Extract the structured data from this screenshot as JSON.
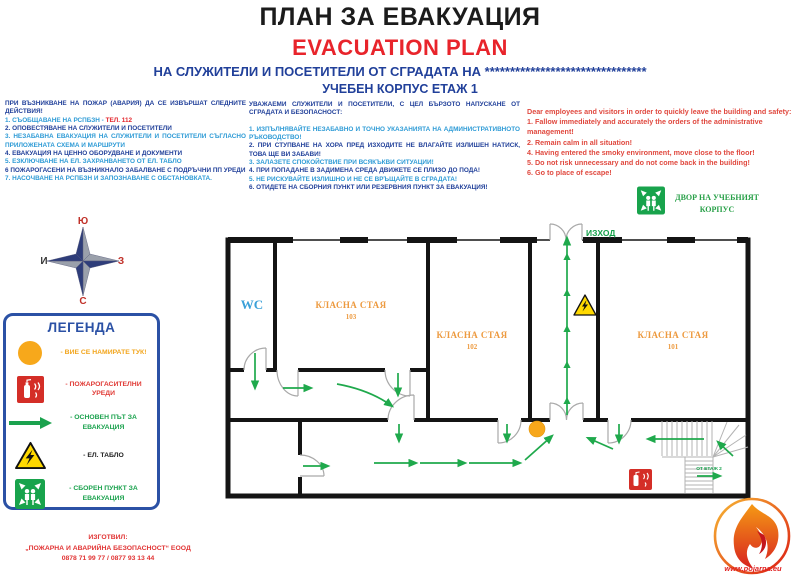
{
  "colors": {
    "navy": "#21409a",
    "light_blue": "#2e9bd6",
    "red": "#e3242b",
    "green": "#16a24b",
    "orange_marker": "#f7a81b",
    "room_label_orange": "#ed9a3f"
  },
  "header": {
    "title_bg": "ПЛАН ЗА ЕВАКУАЦИЯ",
    "title_en": "EVACUATION PLAN",
    "subtitle_for": "НА СЛУЖИТЕЛИ И ПОСЕТИТЕЛИ ОТ СГРАДАТА НА ********************************",
    "subtitle_floor": "УЧЕБЕН КОРПУС  ЕТАЖ 1"
  },
  "left_column": {
    "heading": "ПРИ ВЪЗНИКВАНЕ НА ПОЖАР (АВАРИЯ) ДА СЕ ИЗВЪРШАТ СЛЕДНИТЕ ДЕЙСТВИЯ!",
    "item1_text": "1. СЪОБЩАВАНЕ  НА РСПБЗН - ",
    "item1_phone": "ТЕЛ. 112",
    "items": [
      "2. ОПОВЕСТЯВАНЕ НА СЛУЖИТЕЛИ И ПОСЕТИТЕЛИ",
      "3. НЕЗАБАВНА ЕВАКУАЦИЯ НА СЛУЖИТЕЛИ И ПОСЕТИТЕЛИ СЪГЛАСНО ПРИЛОЖЕНАТА СХЕМА И МАРШРУТИ",
      "4. ЕВАКУАЦИЯ НА ЦЕННО ОБОРУДВАНЕ И ДОКУМЕНТИ",
      "5. ЕЗКЛЮЧВАНЕ НА ЕЛ. ЗАХРАНВАНЕТО ОТ ЕЛ. ТАБЛО",
      "6 ПОЖАРОГАСЕНИ НА ВЪЗНИКНАЛО ЗАБАЛВАНЕ С ПОДРЪЧНИ ПП УРЕДИ",
      "7. НАСОЧВАНЕ НА РСПБЗН И ЗАПОЗНАВАНЕ С ОБСТАНОВКАТА."
    ]
  },
  "middle_column": {
    "heading": "УВАЖАЕМИ СЛУЖИТЕЛИ И ПОСЕТИТЕЛИ, С ЦЕЛ БЪРЗОТО НАПУСКАНЕ ОТ СГРАДАТА И БЕЗОПАСНОСТ:",
    "items": [
      "1.  ИЗПЪЛНЯВАЙТЕ  НЕЗАБАВНО  И  ТОЧНО  УКАЗАНИЯТА  НА АДМИНИСТРАТИВНОТО РЪКОВОДСТВО!",
      "2. ПРИ СТУПВАНЕ НА ХОРА ПРЕД ИЗХОДИТЕ НЕ ВЛАГАЙТЕ ИЗЛИШЕН НАТИСК, ТОВА ЩЕ ВИ ЗАБАВИ!",
      "3. ЗАЛАЗЕТЕ СПОКОЙСТВИЕ ПРИ ВСЯКЪКВИ СИТУАЦИИ!",
      "4. ПРИ ПОПАДАНЕ В ЗАДИМЕНА СРЕДА ДВИЖЕТЕ СЕ ПЛИЗО ДО ПОДА!",
      "5. НЕ РИСКУВАЙТЕ ИЗЛИШНО И НЕ СЕ ВРЪЩАЙТЕ В СГРАДАТА!",
      "6. ОТИДЕТЕ НА СБОРНИЯ ПУНКТ ИЛИ РЕЗЕРВНИЯ ПУНКТ ЗА ЕВАКУАЦИЯ!"
    ]
  },
  "right_column": {
    "heading": "Dear employees and visitors in order to quickly leave the building and safety:",
    "items": [
      "1. Fallow immediately and accurately the orders of the administrative management!",
      "2. Remain calm in all situation!",
      "4. Having entered the smoky environment, move close to the floor!",
      "5. Do not risk unnecessary and do not come back in the building!",
      "6. Go to place of escape!"
    ],
    "assembly_label": "ДВОР НА УЧЕБНИЯТ КОРПУС"
  },
  "compass": {
    "top": "Ю",
    "left": "И",
    "right": "З",
    "bottom": "С"
  },
  "legend": {
    "title": "ЛЕГЕНДА",
    "items": [
      {
        "icon": "you-are-here-dot",
        "label": "- ВИЕ СЕ НАМИРАТЕ ТУК!"
      },
      {
        "icon": "fire-extinguisher",
        "label": "- ПОЖАРОГАСИТЕЛНИ УРЕДИ"
      },
      {
        "icon": "evacuation-route-arrow",
        "label": "- ОСНОВЕН ПЪТ ЗА ЕВАКУАЦИЯ"
      },
      {
        "icon": "electrical-hazard",
        "label": "- ЕЛ. ТАБЛО"
      },
      {
        "icon": "assembly-point",
        "label": "- СБОРЕН ПУНКТ ЗА ЕВАКУАЦИЯ"
      }
    ]
  },
  "plan": {
    "exit_label": "ИЗХОД",
    "stairs_label": "ОТ ЕТАЖ 2",
    "rooms": {
      "wc": "WC",
      "room103_name": "КЛАСНА СТАЯ",
      "room103_no": "103",
      "room102_name": "КЛАСНА СТАЯ",
      "room102_no": "102",
      "room101_name": "КЛАСНА СТАЯ",
      "room101_no": "101"
    }
  },
  "footer": {
    "prepared_by": "ИЗГОТВИЛ:",
    "company": "„ПОЖАРНА И АВАРИЙНА БЕЗОПАСНОСТ“ ЕООД",
    "phones": "0878 71 99 77 / 0877 93 13 44",
    "website": "www.pojarna.eu"
  }
}
